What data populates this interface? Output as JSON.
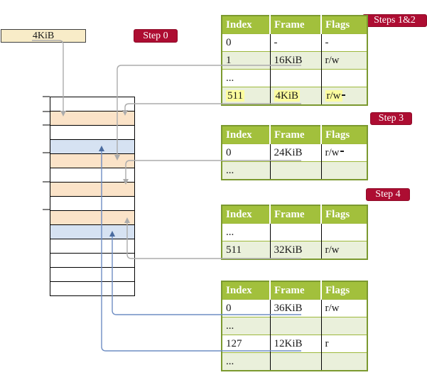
{
  "legend_box": {
    "label": "4KiB"
  },
  "badges": {
    "step0": "Step 0",
    "steps_1_2": "Steps 1&2",
    "step3": "Step 3",
    "step4": "Step 4"
  },
  "memory_stack": {
    "description": "physical memory, one row per 4KiB frame, top = 0KiB",
    "rows": [
      "white",
      "peach",
      "white",
      "blue",
      "peach",
      "white",
      "peach",
      "white",
      "peach",
      "blue",
      "white",
      "white",
      "white",
      "white"
    ]
  },
  "page_tables": [
    {
      "step_label": "Steps 1&2",
      "columns": [
        "Index",
        "Frame",
        "Flags"
      ],
      "highlighted_row_index": "511",
      "rows": [
        {
          "index": "0",
          "frame": "-",
          "flags": "-"
        },
        {
          "index": "1",
          "frame": "16KiB",
          "flags": "r/w"
        },
        {
          "index": "...",
          "frame": "",
          "flags": ""
        },
        {
          "index": "511",
          "frame": "4KiB",
          "flags": "r/w"
        }
      ]
    },
    {
      "step_label": "Step 3",
      "columns": [
        "Index",
        "Frame",
        "Flags"
      ],
      "rows": [
        {
          "index": "0",
          "frame": "24KiB",
          "flags": "r/w"
        },
        {
          "index": "...",
          "frame": "",
          "flags": ""
        }
      ]
    },
    {
      "step_label": "Step 4",
      "columns": [
        "Index",
        "Frame",
        "Flags"
      ],
      "rows": [
        {
          "index": "...",
          "frame": "",
          "flags": ""
        },
        {
          "index": "511",
          "frame": "32KiB",
          "flags": "r/w"
        }
      ]
    },
    {
      "step_label": "",
      "columns": [
        "Index",
        "Frame",
        "Flags"
      ],
      "rows": [
        {
          "index": "0",
          "frame": "36KiB",
          "flags": "r/w"
        },
        {
          "index": "...",
          "frame": "",
          "flags": ""
        },
        {
          "index": "127",
          "frame": "12KiB",
          "flags": "r"
        },
        {
          "index": "...",
          "frame": "",
          "flags": ""
        }
      ]
    }
  ],
  "colors": {
    "badge_red": "#AD0D32",
    "header_green": "#A2C03C",
    "row_green": "#EAF0DB",
    "table_border_olive": "#7B992F",
    "frame_peach": "#FBE3C8",
    "frame_blue": "#D6E2F2",
    "legend_cream": "#F8ECC8",
    "highlight_yellow": "#FCFC9E",
    "arrow_gray": "#ACACAC",
    "arrow_blue": "#6E8DC3"
  }
}
